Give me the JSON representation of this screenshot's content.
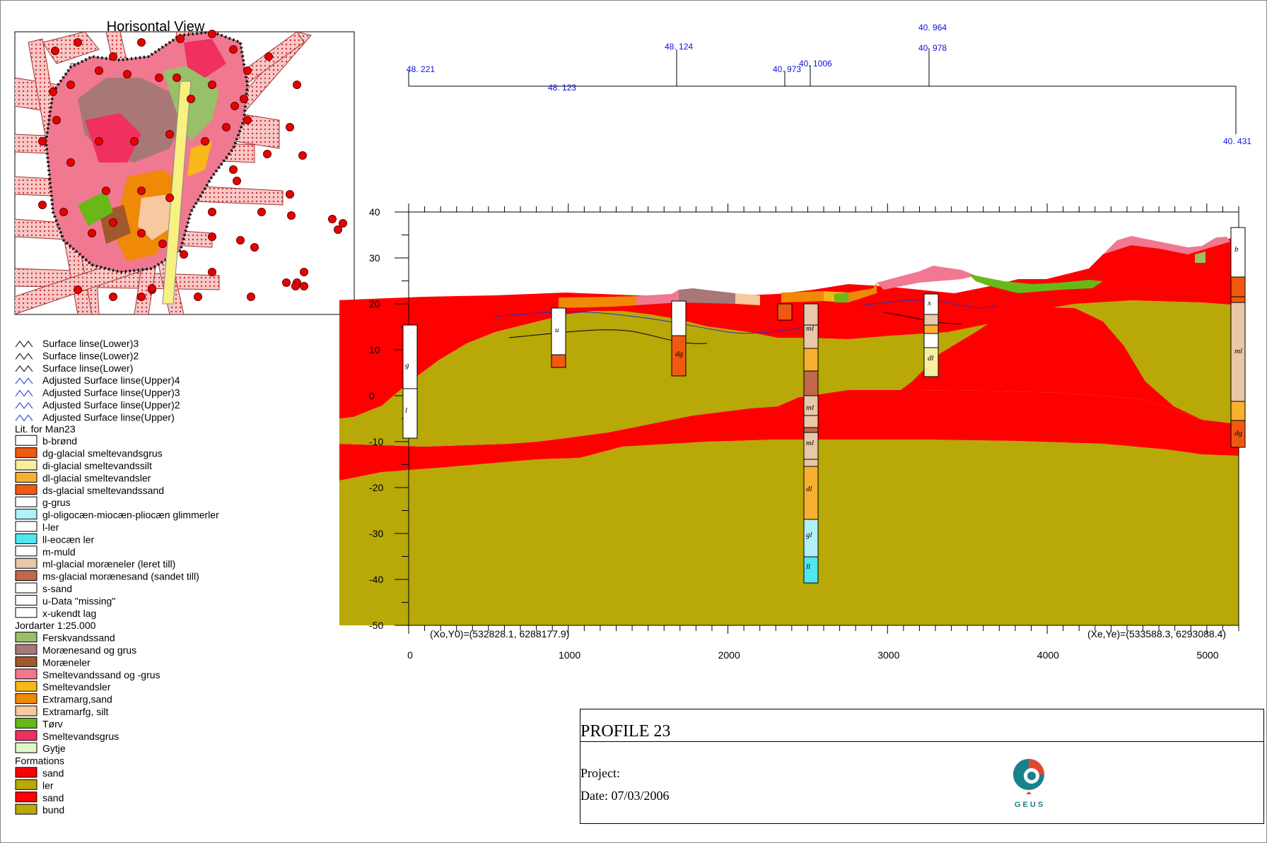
{
  "horizontal_view": {
    "title": "Horisontal View"
  },
  "legend": {
    "lines": [
      "Surface linse(Lower)3",
      "Surface linse(Lower)2",
      "Surface linse(Lower)",
      "Adjusted Surface linse(Upper)4",
      "Adjusted Surface linse(Upper)3",
      "Adjusted Surface linse(Upper)2",
      "Adjusted Surface linse(Upper)"
    ],
    "lit_title": "Lit. for Man23",
    "lit_items": [
      {
        "label": "b-brønd",
        "color": "#ffffff"
      },
      {
        "label": "dg-glacial smeltevandsgrus",
        "color": "#f05a10"
      },
      {
        "label": "di-glacial smeltevandssilt",
        "color": "#f8f0a0"
      },
      {
        "label": "dl-glacial smeltevandsler",
        "color": "#f8b030"
      },
      {
        "label": "ds-glacial smeltevandssand",
        "color": "#f05a10"
      },
      {
        "label": "g-grus",
        "color": "#ffffff"
      },
      {
        "label": "gl-oligocæn-miocæn-pliocæn glimmerler",
        "color": "#b0f0f8"
      },
      {
        "label": "l-ler",
        "color": "#ffffff"
      },
      {
        "label": "ll-eocæn ler",
        "color": "#50e8f0"
      },
      {
        "label": "m-muld",
        "color": "#ffffff"
      },
      {
        "label": "ml-glacial moræneler (leret till)",
        "color": "#e8c8a8"
      },
      {
        "label": "ms-glacial morænesand (sandet till)",
        "color": "#c06848"
      },
      {
        "label": "s-sand",
        "color": "#ffffff"
      },
      {
        "label": "u-Data \"missing\"",
        "color": "#ffffff"
      },
      {
        "label": "x-ukendt lag",
        "color": "#ffffff"
      }
    ],
    "jord_title": "Jordarter 1:25.000",
    "jord_items": [
      {
        "label": "Ferskvandssand",
        "color": "#98c068"
      },
      {
        "label": "Morænesand og grus",
        "color": "#a87878"
      },
      {
        "label": "Moræneler",
        "color": "#a0582c"
      },
      {
        "label": "Smeltevandssand og -grus",
        "color": "#f07890"
      },
      {
        "label": "Smeltevandsler",
        "color": "#f8b818"
      },
      {
        "label": "Extramarg,sand",
        "color": "#f08808"
      },
      {
        "label": "Extramarfg, silt",
        "color": "#f8c8a0"
      },
      {
        "label": "Tørv",
        "color": "#68b818"
      },
      {
        "label": "Smeltevandsgrus",
        "color": "#f03060"
      },
      {
        "label": "Gytje",
        "color": "#e0f8c8"
      }
    ],
    "form_title": "Formations",
    "form_items": [
      {
        "label": "sand",
        "color": "#ff0000"
      },
      {
        "label": "ler",
        "color": "#b8a808"
      },
      {
        "label": "sand",
        "color": "#ff0000"
      },
      {
        "label": "bund",
        "color": "#b8a808"
      }
    ]
  },
  "profile": {
    "y_ticks": [
      "40",
      "30",
      "20",
      "10",
      "0",
      "-10",
      "-20",
      "-30",
      "-40",
      "-50"
    ],
    "x_ticks": [
      "0",
      "1000",
      "2000",
      "3000",
      "4000",
      "5000"
    ],
    "start_coord": "(Xo,Y0)=(532828.1, 6288177.9)",
    "end_coord": "(Xe,Ye)=(533588.3, 6293088.4)",
    "well_labels": [
      {
        "text": "48. 221",
        "x": 0
      },
      {
        "text": "48. 123",
        "x": 880
      },
      {
        "text": "48. 124",
        "x": 1680
      },
      {
        "text": "40. 973",
        "x": 2340
      },
      {
        "text": "40. 1006",
        "x": 2500
      },
      {
        "text": "40. 964",
        "x": 3240
      },
      {
        "text": "40. 978",
        "x": 3240
      },
      {
        "text": "40. 431",
        "x": 5120
      }
    ],
    "borehole_labels": [
      "u",
      "dg",
      "g",
      "l",
      "ml",
      "ml",
      "ml",
      "dl",
      "gl",
      "ll",
      "x",
      "dl",
      "b",
      "ml",
      "dg"
    ]
  },
  "title_block": {
    "title": "PROFILE 23",
    "project": "Project:",
    "date": "Date: 07/03/2006",
    "logo_text": "G E U S"
  }
}
